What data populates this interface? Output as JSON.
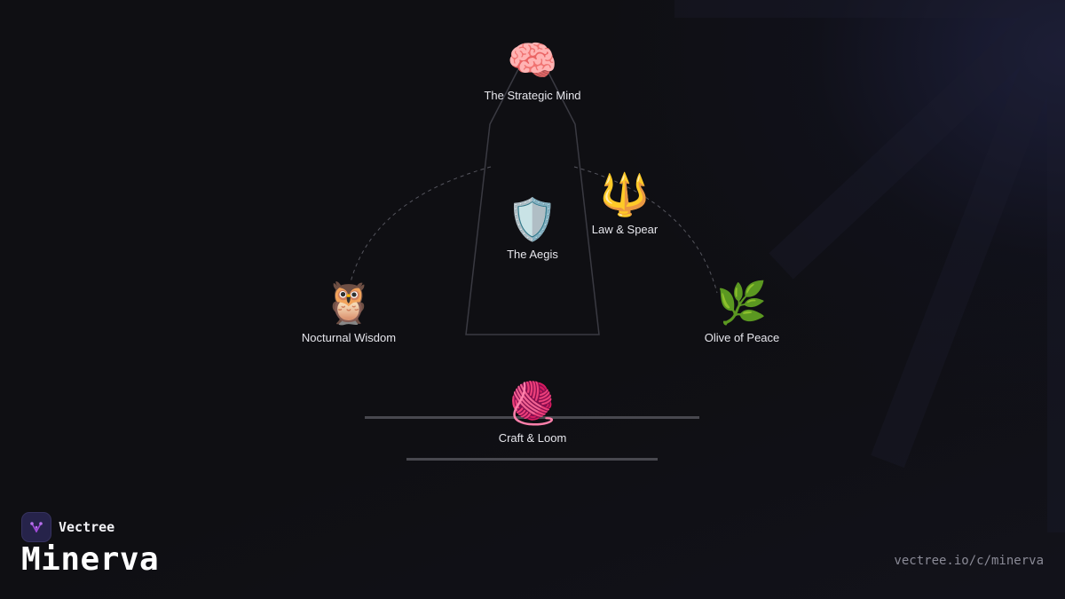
{
  "brand": {
    "name": "Vectree"
  },
  "page": {
    "title": "Minerva",
    "url": "vectree.io/c/minerva"
  },
  "nodes": {
    "strategic_mind": {
      "label": "The Strategic Mind",
      "icon": "brain-icon",
      "glyph": "🧠"
    },
    "aegis": {
      "label": "The Aegis",
      "icon": "shield-icon",
      "glyph": "🛡️"
    },
    "law_spear": {
      "label": "Law & Spear",
      "icon": "trident-icon",
      "glyph": "🔱"
    },
    "nocturnal_wisdom": {
      "label": "Nocturnal Wisdom",
      "icon": "owl-icon",
      "glyph": "🦉"
    },
    "olive_peace": {
      "label": "Olive of Peace",
      "icon": "herb-icon",
      "glyph": "🌿"
    },
    "craft_loom": {
      "label": "Craft & Loom",
      "icon": "yarn-icon",
      "glyph": "🧶"
    }
  },
  "colors": {
    "background": "#0f0f13",
    "outline": "#3a3a42",
    "dashed": "#55555e",
    "bar": "#48484f",
    "brand_accent": "#a04bd8"
  }
}
